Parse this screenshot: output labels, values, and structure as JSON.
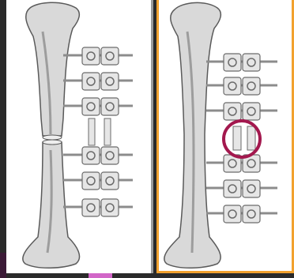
{
  "figure": {
    "panels": [
      {
        "id": "intact-fixation",
        "description_visible": false,
        "frame_color": "#9a9a9a",
        "fixator_rows_upper": 3,
        "fixator_rows_lower": 3,
        "connector_gap": true
      },
      {
        "id": "compressed-fixation",
        "description_visible": false,
        "frame_color": "#f2a12e",
        "fixator_rows_upper": 3,
        "fixator_rows_lower": 3,
        "highlight_color": "#a3184e"
      }
    ],
    "colors": {
      "bone": "#d9d9d9",
      "bone_shadow": "#9d9d9d",
      "bone_outline": "#5a5a5a",
      "clamp": "#e6e6e6",
      "clamp_outline": "#6b6b6b",
      "pin": "#8c8c8c",
      "background": "#2a2a2a",
      "accent_magenta": "#d266c8"
    }
  }
}
